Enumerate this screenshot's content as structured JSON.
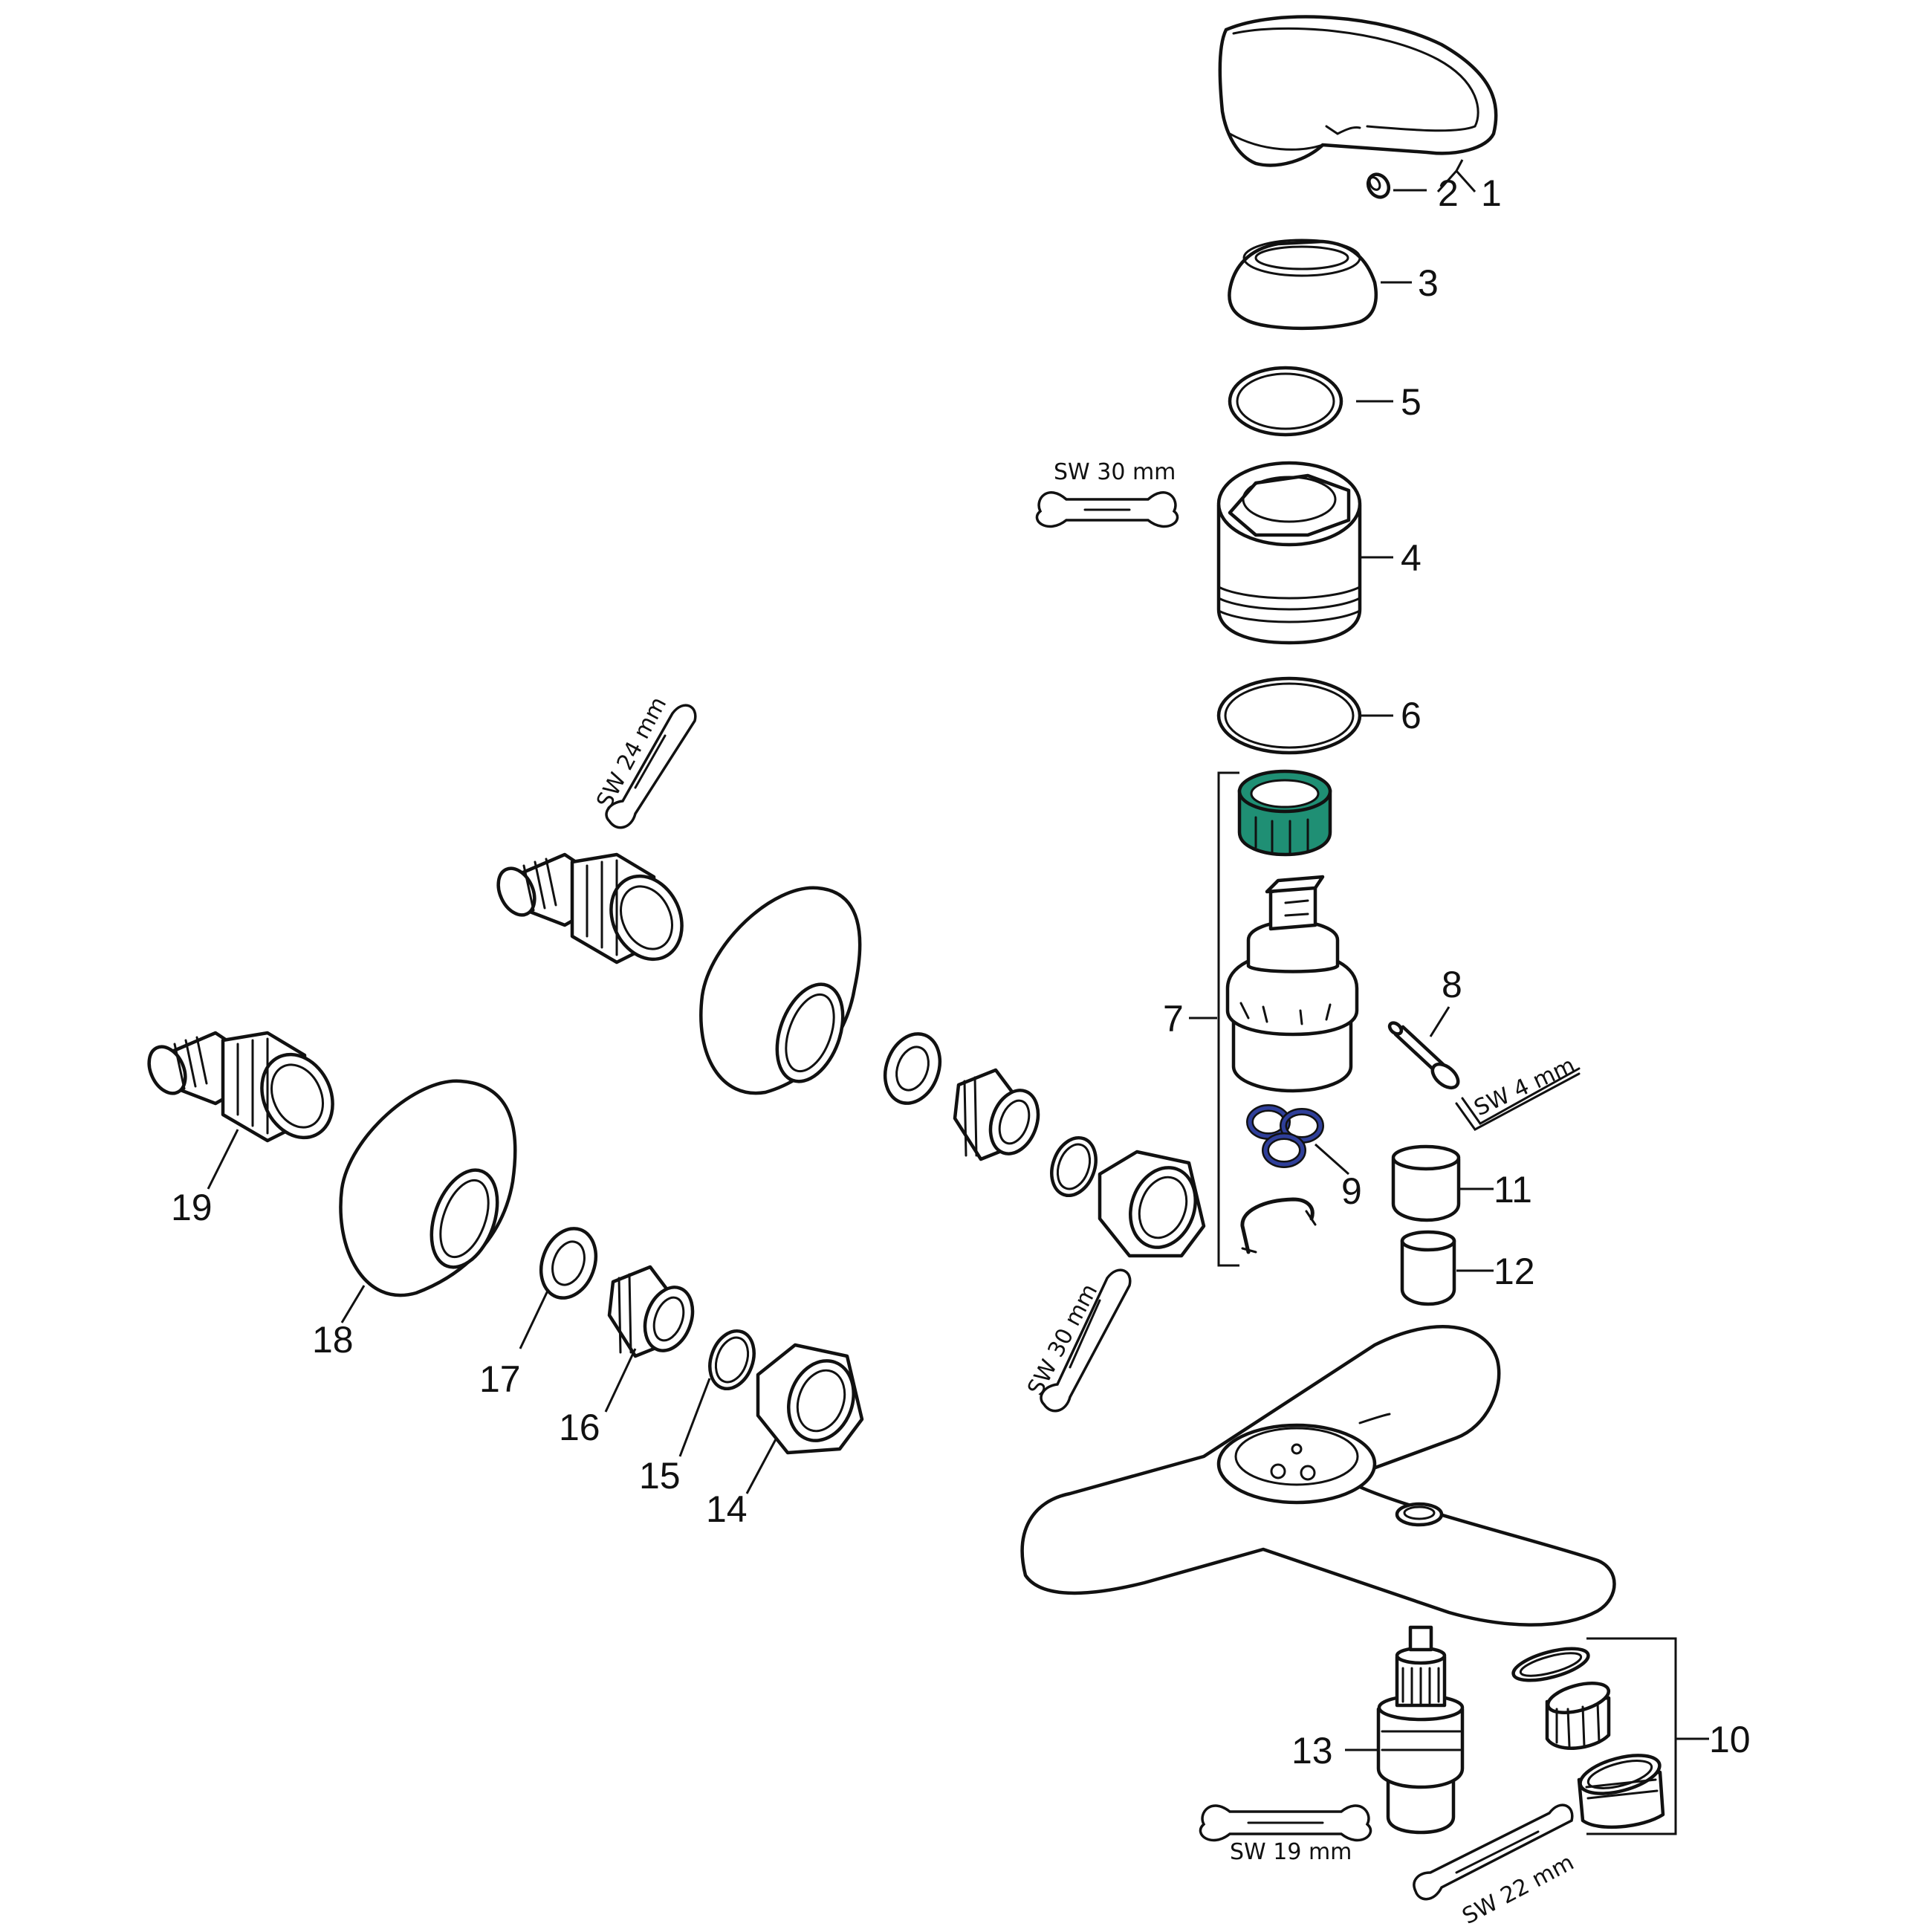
{
  "colors": {
    "accent_green": "#1f8f74",
    "accent_blue": "#2f3f9a",
    "line": "#111111"
  },
  "callouts": {
    "c1": "1",
    "c2": "2",
    "c3": "3",
    "c4": "4",
    "c5": "5",
    "c6": "6",
    "c7": "7",
    "c8": "8",
    "c9": "9",
    "c10": "10",
    "c11": "11",
    "c12": "12",
    "c13": "13",
    "c14": "14",
    "c15": "15",
    "c16": "16",
    "c17": "17",
    "c18": "18",
    "c19": "19"
  },
  "wrench_labels": {
    "sw30_top": "SW 30 mm",
    "sw24": "SW 24 mm",
    "sw4": "SW 4 mm",
    "sw30_mid": "SW 30 mm",
    "sw19": "SW 19 mm",
    "sw22": "SW 22 mm"
  }
}
